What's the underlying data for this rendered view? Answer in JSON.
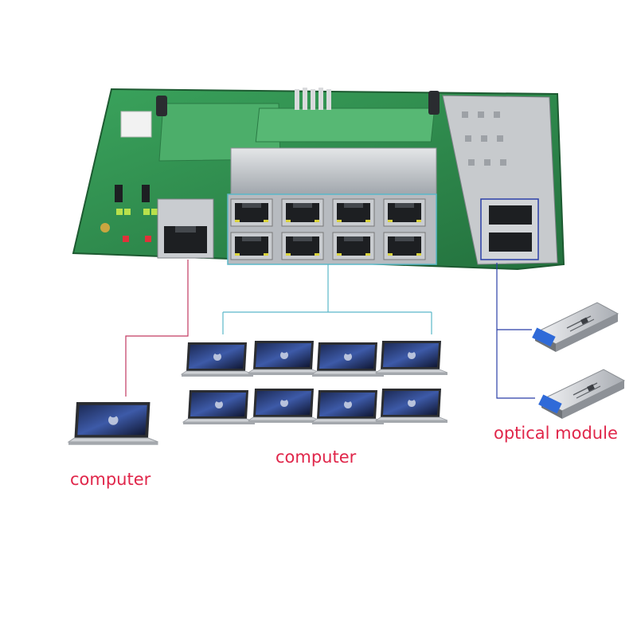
{
  "labels": {
    "computer_left": "computer",
    "computer_center": "computer",
    "optical_module": "optical module"
  },
  "colors": {
    "caption_red": "#e0264a",
    "pcb_green": "#2f8a4e",
    "line_magenta": "#c23a62",
    "line_cyan": "#5bb8c9",
    "line_blue": "#2b3fa8"
  },
  "icons": [
    "network-switch-board-icon",
    "laptop-icon",
    "sfp-optical-module-icon"
  ]
}
